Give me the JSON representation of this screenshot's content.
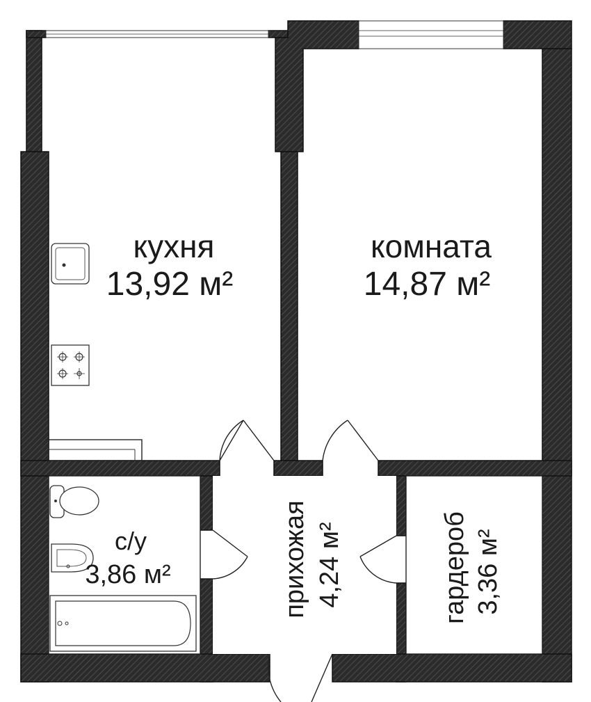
{
  "rooms": {
    "kitchen": {
      "name": "кухня",
      "area": "13,92 м²"
    },
    "living": {
      "name": "комната",
      "area": "14,87 м²"
    },
    "bathroom": {
      "name": "с/у",
      "area": "3,86 м²"
    },
    "hallway": {
      "name": "прихожая",
      "area": "4,24 м²"
    },
    "wardrobe": {
      "name": "гардероб",
      "area": "3,36 м²"
    }
  },
  "colors": {
    "wall": "#2b2b2b",
    "wall_hatch": "#555555",
    "floor": "#ffffff",
    "line": "#222222"
  },
  "icons": [
    "sink-icon",
    "stove-icon",
    "toilet-icon",
    "washbasin-icon",
    "bathtub-icon",
    "door-swing-icon",
    "window-icon"
  ]
}
